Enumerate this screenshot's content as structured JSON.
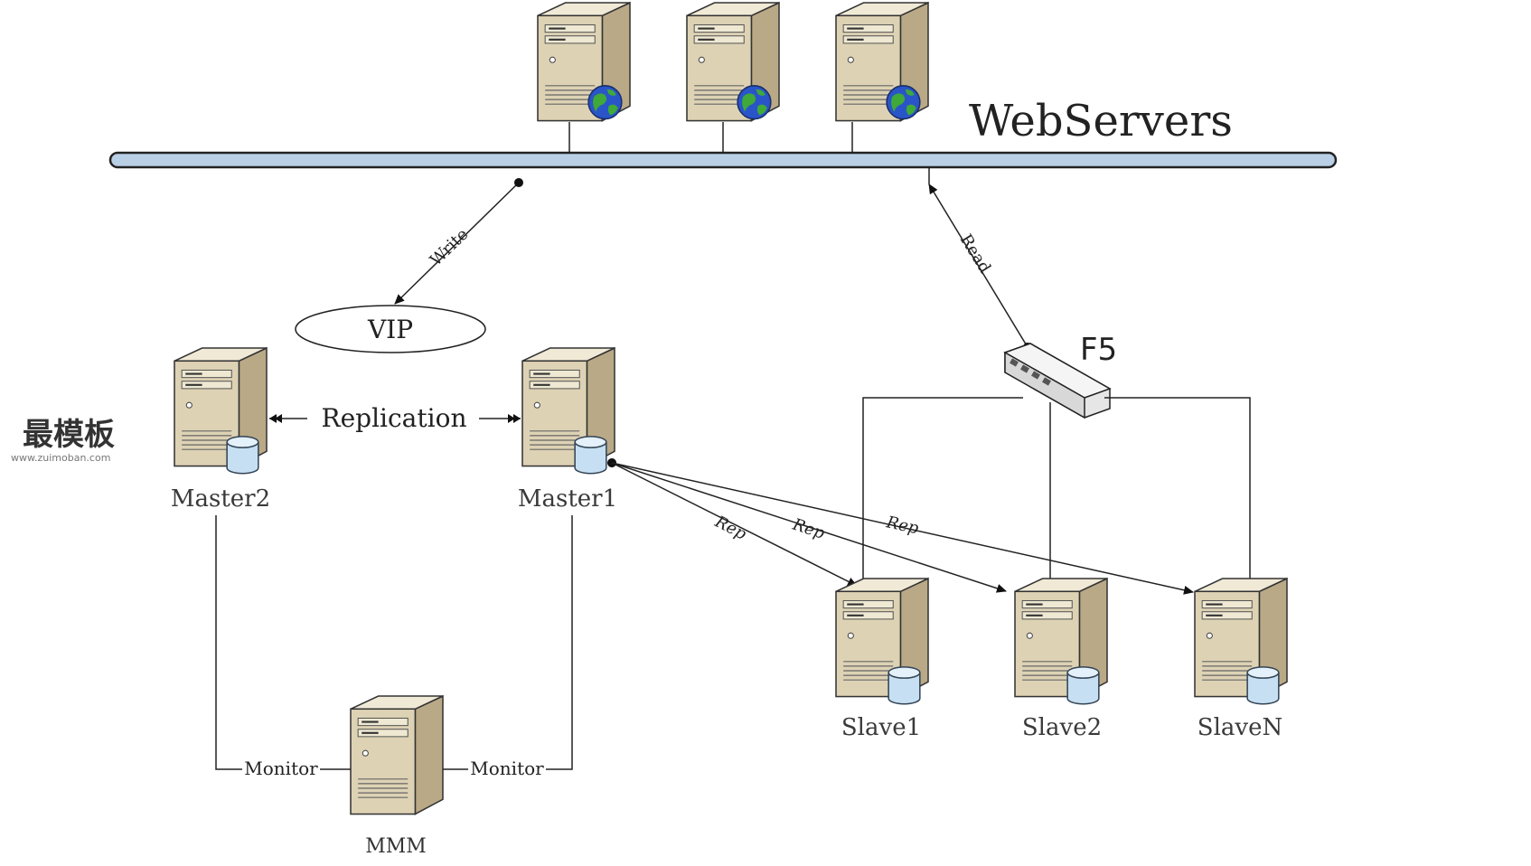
{
  "bus": {
    "title": "WebServers"
  },
  "vip": {
    "label": "VIP"
  },
  "f5": {
    "label": "F5"
  },
  "links": {
    "write": "Write",
    "read": "Read",
    "replication": "Replication",
    "rep1": "Rep",
    "rep2": "Rep",
    "rep3": "Rep",
    "monitor_left": "Monitor",
    "monitor_right": "Monitor"
  },
  "nodes": {
    "master2": "Master2",
    "master1": "Master1",
    "mmm": "MMM",
    "slave1": "Slave1",
    "slave2": "Slave2",
    "slaveN": "SlaveN"
  },
  "watermark": {
    "text": "最模板",
    "sub": "www.zuimoban.com"
  },
  "colors": {
    "server_front": "#ddd2b4",
    "server_side": "#b8a888",
    "bus": "#b9cfe6",
    "db": "#c7dff2"
  }
}
